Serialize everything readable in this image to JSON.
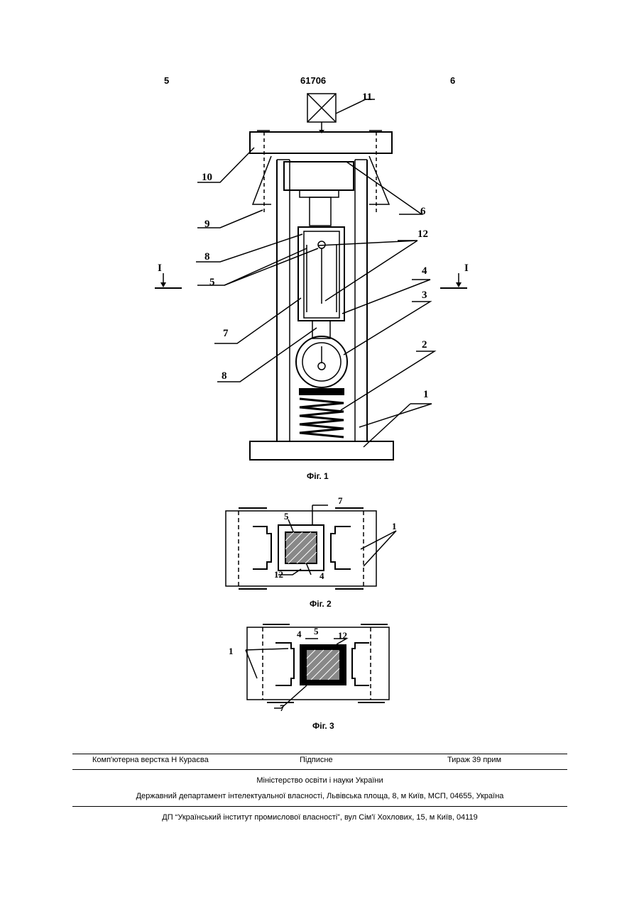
{
  "header": {
    "page_left": "5",
    "patent_number": "61706",
    "page_right": "6"
  },
  "figures": {
    "fig1": {
      "caption": "Фіг. 1",
      "labels": [
        "11",
        "10",
        "6",
        "9",
        "12",
        "8",
        "5",
        "4",
        "3",
        "7",
        "8",
        "2",
        "1"
      ],
      "section_marks": [
        "I",
        "I"
      ]
    },
    "fig2": {
      "caption": "Фіг. 2",
      "labels": [
        "7",
        "5",
        "1",
        "12",
        "4"
      ]
    },
    "fig3": {
      "caption": "Фіг. 3",
      "labels": [
        "4",
        "5",
        "12",
        "1",
        "7"
      ]
    }
  },
  "footer": {
    "layout": "Комп'ютерна верстка Н  Кураєва",
    "signed": "Підписне",
    "circulation": "Тираж 39 прим",
    "ministry": "Міністерство освіти і науки України",
    "department": "Державний департамент інтелектуальної власності, Львівська площа, 8, м  Київ, МСП, 04655, Україна",
    "institute": "ДП “Український інститут промислової власності”, вул  Сім'ї Хохлових, 15, м  Київ, 04119"
  }
}
